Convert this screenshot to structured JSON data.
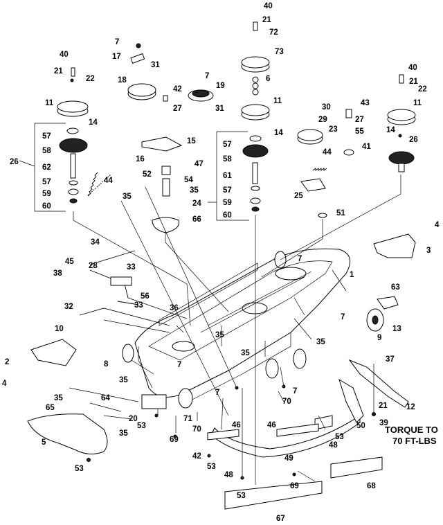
{
  "note": {
    "line1": "TORQUE TO",
    "line2": "70 FT-LBS"
  },
  "callouts": [
    {
      "id": "c40a",
      "text": "40"
    },
    {
      "id": "c21a",
      "text": "21"
    },
    {
      "id": "c72",
      "text": "72"
    },
    {
      "id": "c73",
      "text": "73"
    },
    {
      "id": "c6",
      "text": "6"
    },
    {
      "id": "c11a",
      "text": "11"
    },
    {
      "id": "c14a",
      "text": "14"
    },
    {
      "id": "c57a",
      "text": "57"
    },
    {
      "id": "c58a",
      "text": "58"
    },
    {
      "id": "c61",
      "text": "61"
    },
    {
      "id": "c57b",
      "text": "57"
    },
    {
      "id": "c59a",
      "text": "59"
    },
    {
      "id": "c60a",
      "text": "60"
    },
    {
      "id": "c24",
      "text": "24"
    },
    {
      "id": "c7a",
      "text": "7"
    },
    {
      "id": "c17",
      "text": "17"
    },
    {
      "id": "c31a",
      "text": "31"
    },
    {
      "id": "c18",
      "text": "18"
    },
    {
      "id": "c7b",
      "text": "7"
    },
    {
      "id": "c19",
      "text": "19"
    },
    {
      "id": "c42a",
      "text": "42"
    },
    {
      "id": "c27a",
      "text": "27"
    },
    {
      "id": "c31b",
      "text": "31"
    },
    {
      "id": "c15",
      "text": "15"
    },
    {
      "id": "c16",
      "text": "16"
    },
    {
      "id": "c47",
      "text": "47"
    },
    {
      "id": "c52",
      "text": "52"
    },
    {
      "id": "c54",
      "text": "54"
    },
    {
      "id": "c35a",
      "text": "35"
    },
    {
      "id": "c35b",
      "text": "35"
    },
    {
      "id": "c66",
      "text": "66"
    },
    {
      "id": "c44a",
      "text": "44"
    },
    {
      "id": "c40b",
      "text": "40"
    },
    {
      "id": "c21b",
      "text": "21"
    },
    {
      "id": "c22a",
      "text": "22"
    },
    {
      "id": "c11b",
      "text": "11"
    },
    {
      "id": "c14b",
      "text": "14"
    },
    {
      "id": "c57c",
      "text": "57"
    },
    {
      "id": "c58b",
      "text": "58"
    },
    {
      "id": "c26a",
      "text": "26"
    },
    {
      "id": "c62",
      "text": "62"
    },
    {
      "id": "c57d",
      "text": "57"
    },
    {
      "id": "c59b",
      "text": "59"
    },
    {
      "id": "c60b",
      "text": "60"
    },
    {
      "id": "c30",
      "text": "30"
    },
    {
      "id": "c29",
      "text": "29"
    },
    {
      "id": "c23",
      "text": "23"
    },
    {
      "id": "c43",
      "text": "43"
    },
    {
      "id": "c27b",
      "text": "27"
    },
    {
      "id": "c55",
      "text": "55"
    },
    {
      "id": "c41",
      "text": "41"
    },
    {
      "id": "c44b",
      "text": "44"
    },
    {
      "id": "c25",
      "text": "25"
    },
    {
      "id": "c51",
      "text": "51"
    },
    {
      "id": "c40c",
      "text": "40"
    },
    {
      "id": "c21c",
      "text": "21"
    },
    {
      "id": "c22b",
      "text": "22"
    },
    {
      "id": "c11c",
      "text": "11"
    },
    {
      "id": "c14c",
      "text": "14"
    },
    {
      "id": "c26b",
      "text": "26"
    },
    {
      "id": "c4a",
      "text": "4"
    },
    {
      "id": "c3",
      "text": "3"
    },
    {
      "id": "c1",
      "text": "1"
    },
    {
      "id": "c7c",
      "text": "7"
    },
    {
      "id": "c63",
      "text": "63"
    },
    {
      "id": "c7d",
      "text": "7"
    },
    {
      "id": "c9",
      "text": "9"
    },
    {
      "id": "c13",
      "text": "13"
    },
    {
      "id": "c34",
      "text": "34"
    },
    {
      "id": "c45",
      "text": "45"
    },
    {
      "id": "c38",
      "text": "38"
    },
    {
      "id": "c28",
      "text": "28"
    },
    {
      "id": "c33a",
      "text": "33"
    },
    {
      "id": "c33b",
      "text": "33"
    },
    {
      "id": "c56",
      "text": "56"
    },
    {
      "id": "c36",
      "text": "36"
    },
    {
      "id": "c32",
      "text": "32"
    },
    {
      "id": "c10",
      "text": "10"
    },
    {
      "id": "c2",
      "text": "2"
    },
    {
      "id": "c4b",
      "text": "4"
    },
    {
      "id": "c8",
      "text": "8"
    },
    {
      "id": "c7e",
      "text": "7"
    },
    {
      "id": "c35c",
      "text": "35"
    },
    {
      "id": "c35d",
      "text": "35"
    },
    {
      "id": "c35e",
      "text": "35"
    },
    {
      "id": "c35f",
      "text": "35"
    },
    {
      "id": "c37",
      "text": "37"
    },
    {
      "id": "c12",
      "text": "12"
    },
    {
      "id": "c21d",
      "text": "21"
    },
    {
      "id": "c39",
      "text": "39"
    },
    {
      "id": "c7f",
      "text": "7"
    },
    {
      "id": "c7g",
      "text": "7"
    },
    {
      "id": "c70a",
      "text": "70"
    },
    {
      "id": "c50",
      "text": "50"
    },
    {
      "id": "c35g",
      "text": "35"
    },
    {
      "id": "c65",
      "text": "65"
    },
    {
      "id": "c64",
      "text": "64"
    },
    {
      "id": "c20",
      "text": "20"
    },
    {
      "id": "c53a",
      "text": "53"
    },
    {
      "id": "c35h",
      "text": "35"
    },
    {
      "id": "c71",
      "text": "71"
    },
    {
      "id": "c70b",
      "text": "70"
    },
    {
      "id": "c69a",
      "text": "69"
    },
    {
      "id": "c5",
      "text": "5"
    },
    {
      "id": "c53b",
      "text": "53"
    },
    {
      "id": "c46a",
      "text": "46"
    },
    {
      "id": "c42b",
      "text": "42"
    },
    {
      "id": "c53c",
      "text": "53"
    },
    {
      "id": "c48a",
      "text": "48"
    },
    {
      "id": "c46b",
      "text": "46"
    },
    {
      "id": "c53d",
      "text": "53"
    },
    {
      "id": "c48b",
      "text": "48"
    },
    {
      "id": "c49",
      "text": "49"
    },
    {
      "id": "c69b",
      "text": "69"
    },
    {
      "id": "c68",
      "text": "68"
    },
    {
      "id": "c53e",
      "text": "53"
    },
    {
      "id": "c67",
      "text": "67"
    }
  ]
}
